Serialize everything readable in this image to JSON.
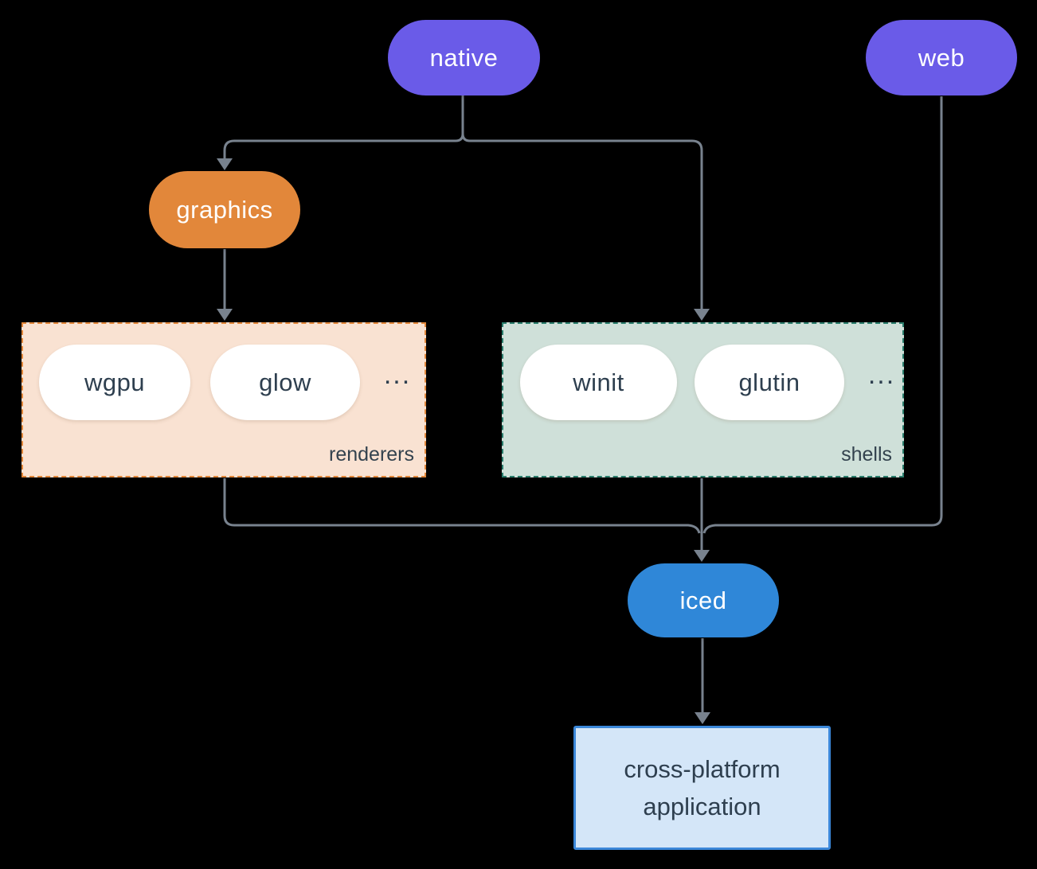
{
  "diagram": {
    "type": "flowchart",
    "nodes": {
      "native": {
        "label": "native"
      },
      "web": {
        "label": "web"
      },
      "graphics": {
        "label": "graphics"
      },
      "iced": {
        "label": "iced"
      },
      "app": {
        "line1": "cross-platform",
        "line2": "application"
      }
    },
    "groups": {
      "renderers": {
        "label": "renderers",
        "items": [
          "wgpu",
          "glow"
        ],
        "ellipsis": "..."
      },
      "shells": {
        "label": "shells",
        "items": [
          "winit",
          "glutin"
        ],
        "ellipsis": "..."
      }
    },
    "edges": [
      {
        "from": "native",
        "to": "graphics"
      },
      {
        "from": "native",
        "to": "shells"
      },
      {
        "from": "graphics",
        "to": "renderers"
      },
      {
        "from": "renderers",
        "to": "iced"
      },
      {
        "from": "shells",
        "to": "iced"
      },
      {
        "from": "web",
        "to": "iced"
      },
      {
        "from": "iced",
        "to": "app"
      }
    ],
    "colors": {
      "background": "#000000",
      "node_purple": "#6a5be8",
      "node_orange": "#e2873a",
      "node_blue": "#2f87d8",
      "node_white": "#ffffff",
      "renderers_fill": "#f9e2d2",
      "renderers_border": "#e2873a",
      "shells_fill": "#cfe0d9",
      "shells_border": "#2a7d6c",
      "app_fill": "#d4e6f8",
      "app_border": "#3b87d9",
      "edge_line": "#78828e",
      "dark_text": "#2e3f4f",
      "label_text": "#33424e",
      "light_text": "#ffffff"
    }
  }
}
